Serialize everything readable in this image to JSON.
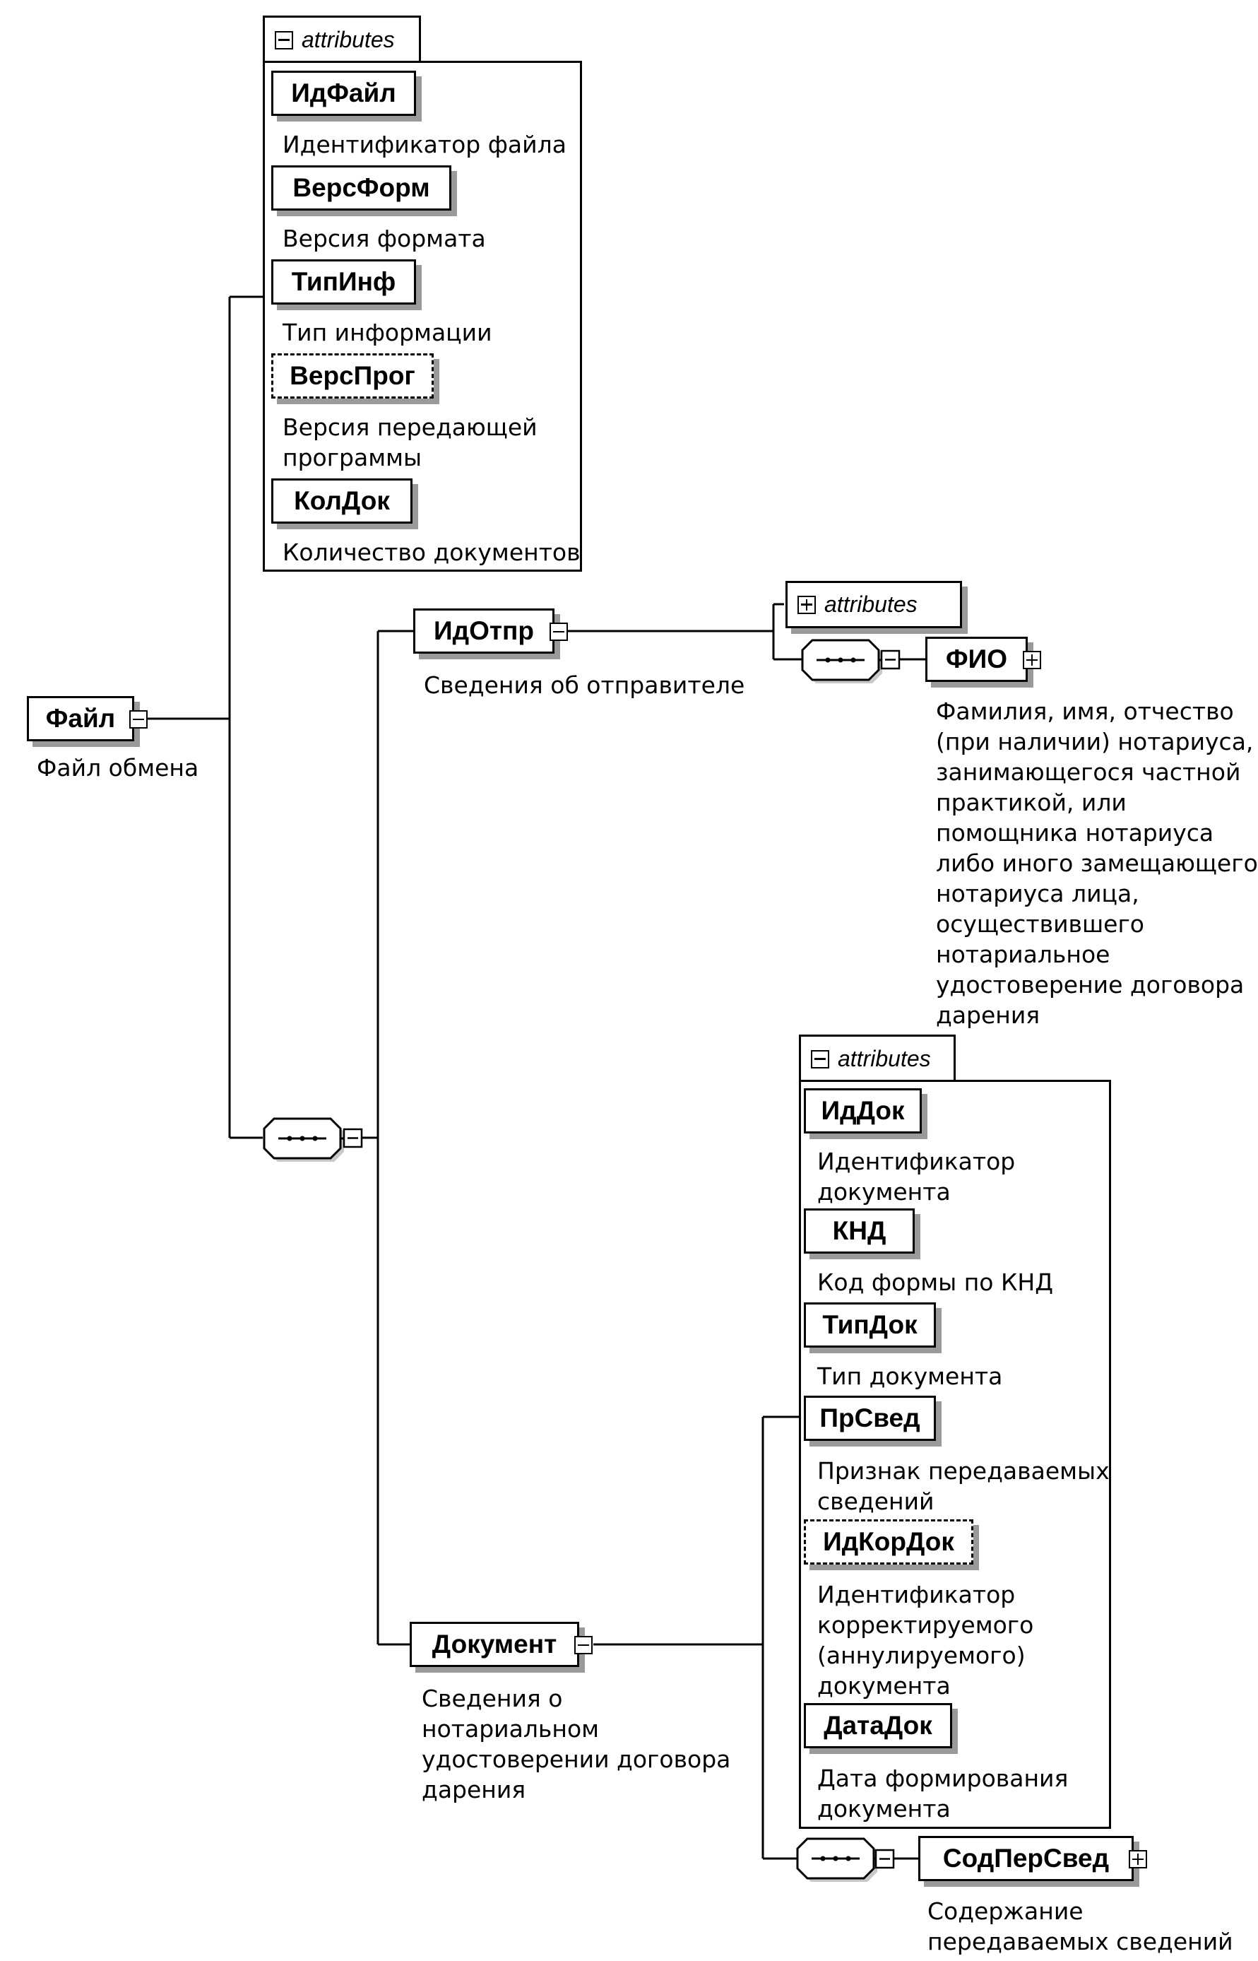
{
  "root": {
    "name": "Файл",
    "description": "Файл обмена"
  },
  "file_attributes": {
    "tab_label": "attributes",
    "items": [
      {
        "name": "ИдФайл",
        "description": "Идентификатор файла"
      },
      {
        "name": "ВерсФорм",
        "description": "Версия формата"
      },
      {
        "name": "ТипИнф",
        "description": "Тип информации"
      },
      {
        "name": "ВерсПрог",
        "description": "Версия передающей\nпрограммы"
      },
      {
        "name": "КолДок",
        "description": "Количество документов"
      }
    ]
  },
  "sender": {
    "name": "ИдОтпр",
    "description": "Сведения об отправителе",
    "attributes_tab_label": "attributes",
    "child": {
      "name": "ФИО",
      "description": "Фамилия, имя, отчество\n(при наличии) нотариуса,\nзанимающегося частной\nпрактикой, или\nпомощника нотариуса\nлибо иного замещающего\nнотариуса лица,\nосуществившего\nнотариальное\nудостоверение договора\nдарения"
    }
  },
  "document": {
    "name": "Документ",
    "description": "Сведения о\nнотариальном\nудостоверении договора\nдарения",
    "attributes": {
      "tab_label": "attributes",
      "items": [
        {
          "name": "ИдДок",
          "description": "Идентификатор\nдокумента"
        },
        {
          "name": "КНД",
          "description": "Код формы по КНД"
        },
        {
          "name": "ТипДок",
          "description": "Тип документа"
        },
        {
          "name": "ПрСвед",
          "description": "Признак передаваемых\nсведений"
        },
        {
          "name": "ИдКорДок",
          "description": "Идентификатор\nкорректируемого\n(аннулируемого)\nдокумента"
        },
        {
          "name": "ДатаДок",
          "description": "Дата формирования\nдокумента"
        }
      ]
    },
    "child": {
      "name": "СодПерСвед",
      "description": "Содержание\nпередаваемых сведений"
    }
  }
}
